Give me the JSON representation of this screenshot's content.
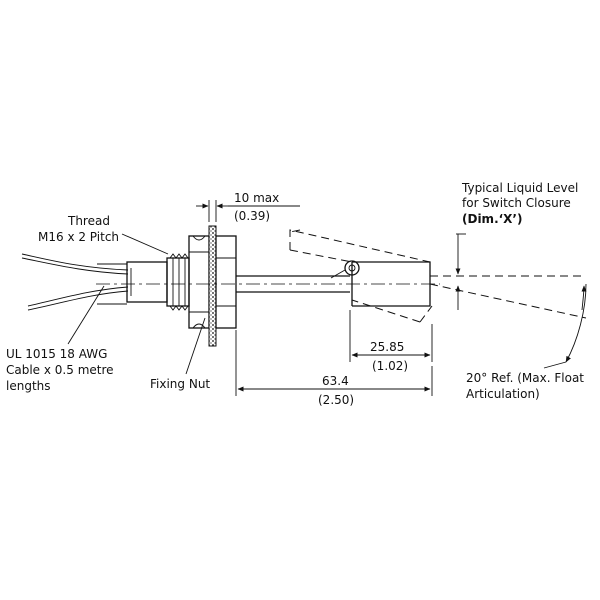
{
  "labels": {
    "thread_line1": "Thread",
    "thread_line2": "M16 x 2 Pitch",
    "cable_line1": "UL 1015 18 AWG",
    "cable_line2": "Cable x 0.5 metre",
    "cable_line3": "lengths",
    "fixing_nut": "Fixing Nut",
    "liquid_line1": "Typical Liquid Level",
    "liquid_line2": "for Switch Closure",
    "liquid_line3": "(Dim.‘X’)",
    "articulation_line1": "20° Ref. (Max. Float",
    "articulation_line2": "Articulation)"
  },
  "dimensions": {
    "nut_max_mm": "10 max",
    "nut_max_in": "(0.39)",
    "float_mm": "25.85",
    "float_in": "(1.02)",
    "length_mm": "63.4",
    "length_in": "(2.50)"
  }
}
